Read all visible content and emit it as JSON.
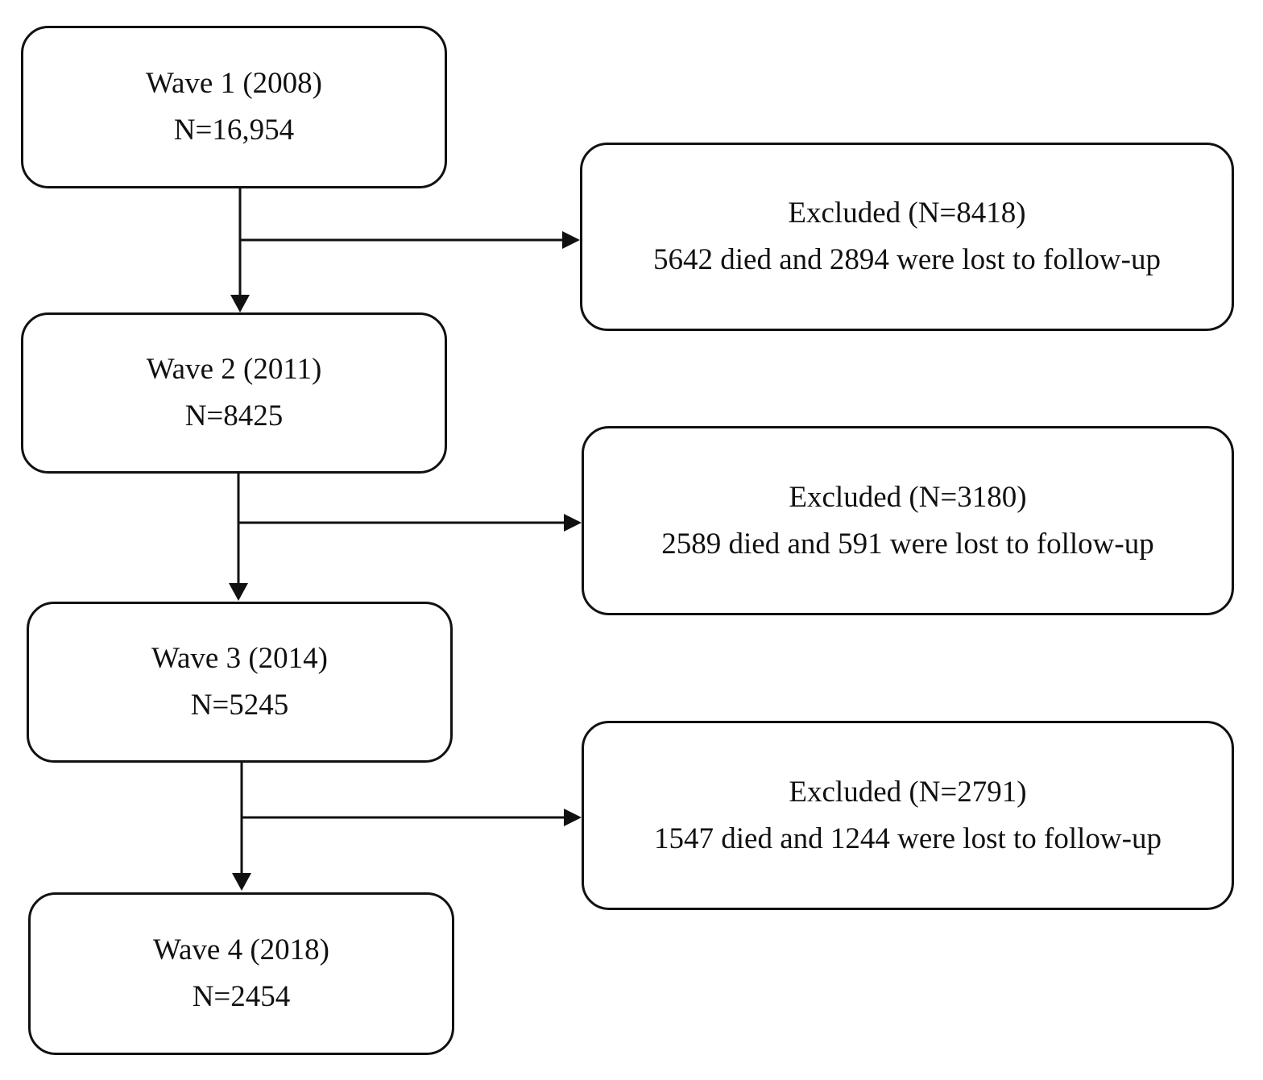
{
  "waves": [
    {
      "title": "Wave 1 (2008)",
      "count": "N=16,954"
    },
    {
      "title": "Wave 2 (2011)",
      "count": "N=8425"
    },
    {
      "title": "Wave 3 (2014)",
      "count": "N=5245"
    },
    {
      "title": "Wave 4 (2018)",
      "count": "N=2454"
    }
  ],
  "exclusions": [
    {
      "title": "Excluded (N=8418)",
      "detail": "5642 died and 2894 were lost to follow-up"
    },
    {
      "title": "Excluded (N=3180)",
      "detail": "2589 died and 591 were lost to follow-up"
    },
    {
      "title": "Excluded (N=2791)",
      "detail": "1547 died and 1244 were lost to follow-up"
    }
  ],
  "colors": {
    "stroke": "#111111",
    "background": "#ffffff"
  }
}
